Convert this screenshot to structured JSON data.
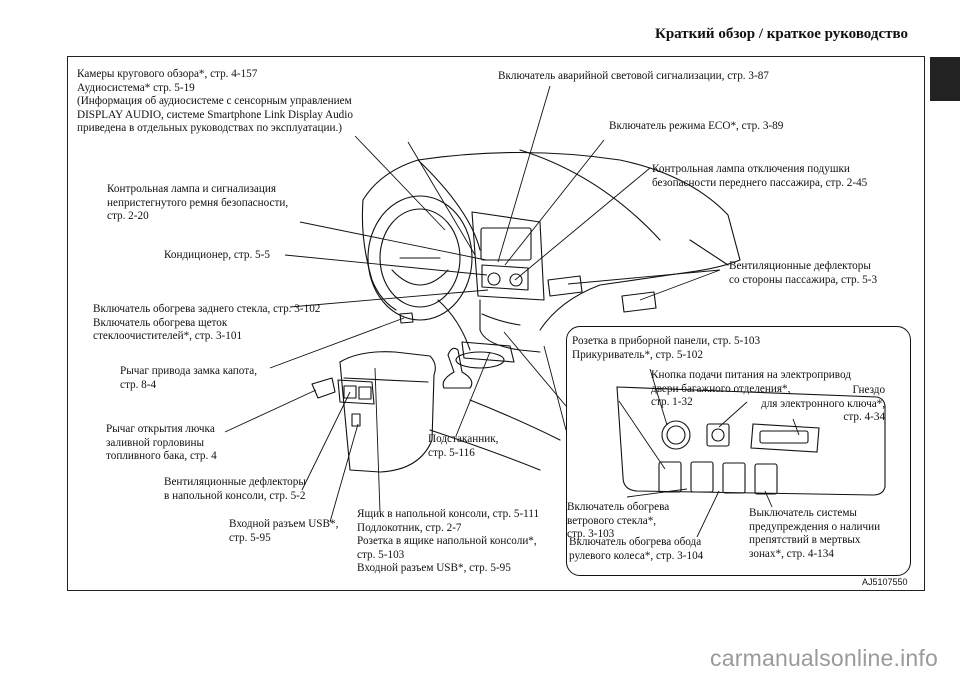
{
  "header": {
    "title": "Краткий обзор / краткое руководство"
  },
  "labels": {
    "cameras": "Камеры кругового обзора*, стр. 4-157\nАудиосистема* стр. 5-19\n(Информация об аудиосистеме с сенсорным управлением\nDISPLAY AUDIO, системе Smartphone Link Display Audio\nприведена в отдельных руководствах по эксплуатации.)",
    "hazard": "Включатель аварийной световой сигнализации, стр. 3-87",
    "eco": "Включатель режима ECO*, стр. 3-89",
    "airbag_off": "Контрольная лампа отключения подушки\nбезопасности переднего пассажира, стр. 2-45",
    "seatbelt": "Контрольная лампа и сигнализация\nнепристегнутого ремня безопасности,\nстр. 2-20",
    "ac": "Кондиционер, стр. 5-5",
    "vents_passenger": "Вентиляционные дефлекторы\nсо стороны пассажира, стр. 5-3",
    "rear_defog": "Включатель обогрева заднего стекла, стр. 3-102\nВключатель обогрева щеток\nстеклоочистителей*, стр. 3-101",
    "hood": "Рычаг привода замка капота,\nстр. 8-4",
    "fuel": "Рычаг открытия лючка\nзаливной горловины\nтопливного бака, стр. 4",
    "vents_console": "Вентиляционные дефлекторы\nв напольной консоли, стр. 5-2",
    "usb_front": "Входной разъем USB*,\nстр. 5-95",
    "console_box": "Ящик в напольной консоли, стр. 5-111\nПодлокотник, стр. 2-7\nРозетка в ящике напольной консоли*,\nстр. 5-103\nВходной разъем USB*, стр. 5-95",
    "cupholder": "Подстаканник,\nстр. 5-116",
    "inset_outlet": "Розетка в приборной панели, стр. 5-103\nПрикуриватель*, стр. 5-102",
    "inset_tailgate": "Кнопка подачи питания на электропривод\nдвери багажного отделения*,\nстр. 1-32",
    "inset_key_slot": "Гнездо\nдля электронного ключа*,\nстр. 4-34",
    "inset_windshield": "Включатель обогрева\nветрового стекла*,\nстр. 3-103",
    "inset_wheel": "Включатель обогрева обода\nрулевого колеса*, стр. 3-104",
    "inset_blindspot": "Выключатель системы\nпредупреждения о наличии\nпрепятствий в мертвых\nзонах*, стр. 4-134"
  },
  "figure_ref": "AJ5107550",
  "watermark": "carmanualsonline.info"
}
